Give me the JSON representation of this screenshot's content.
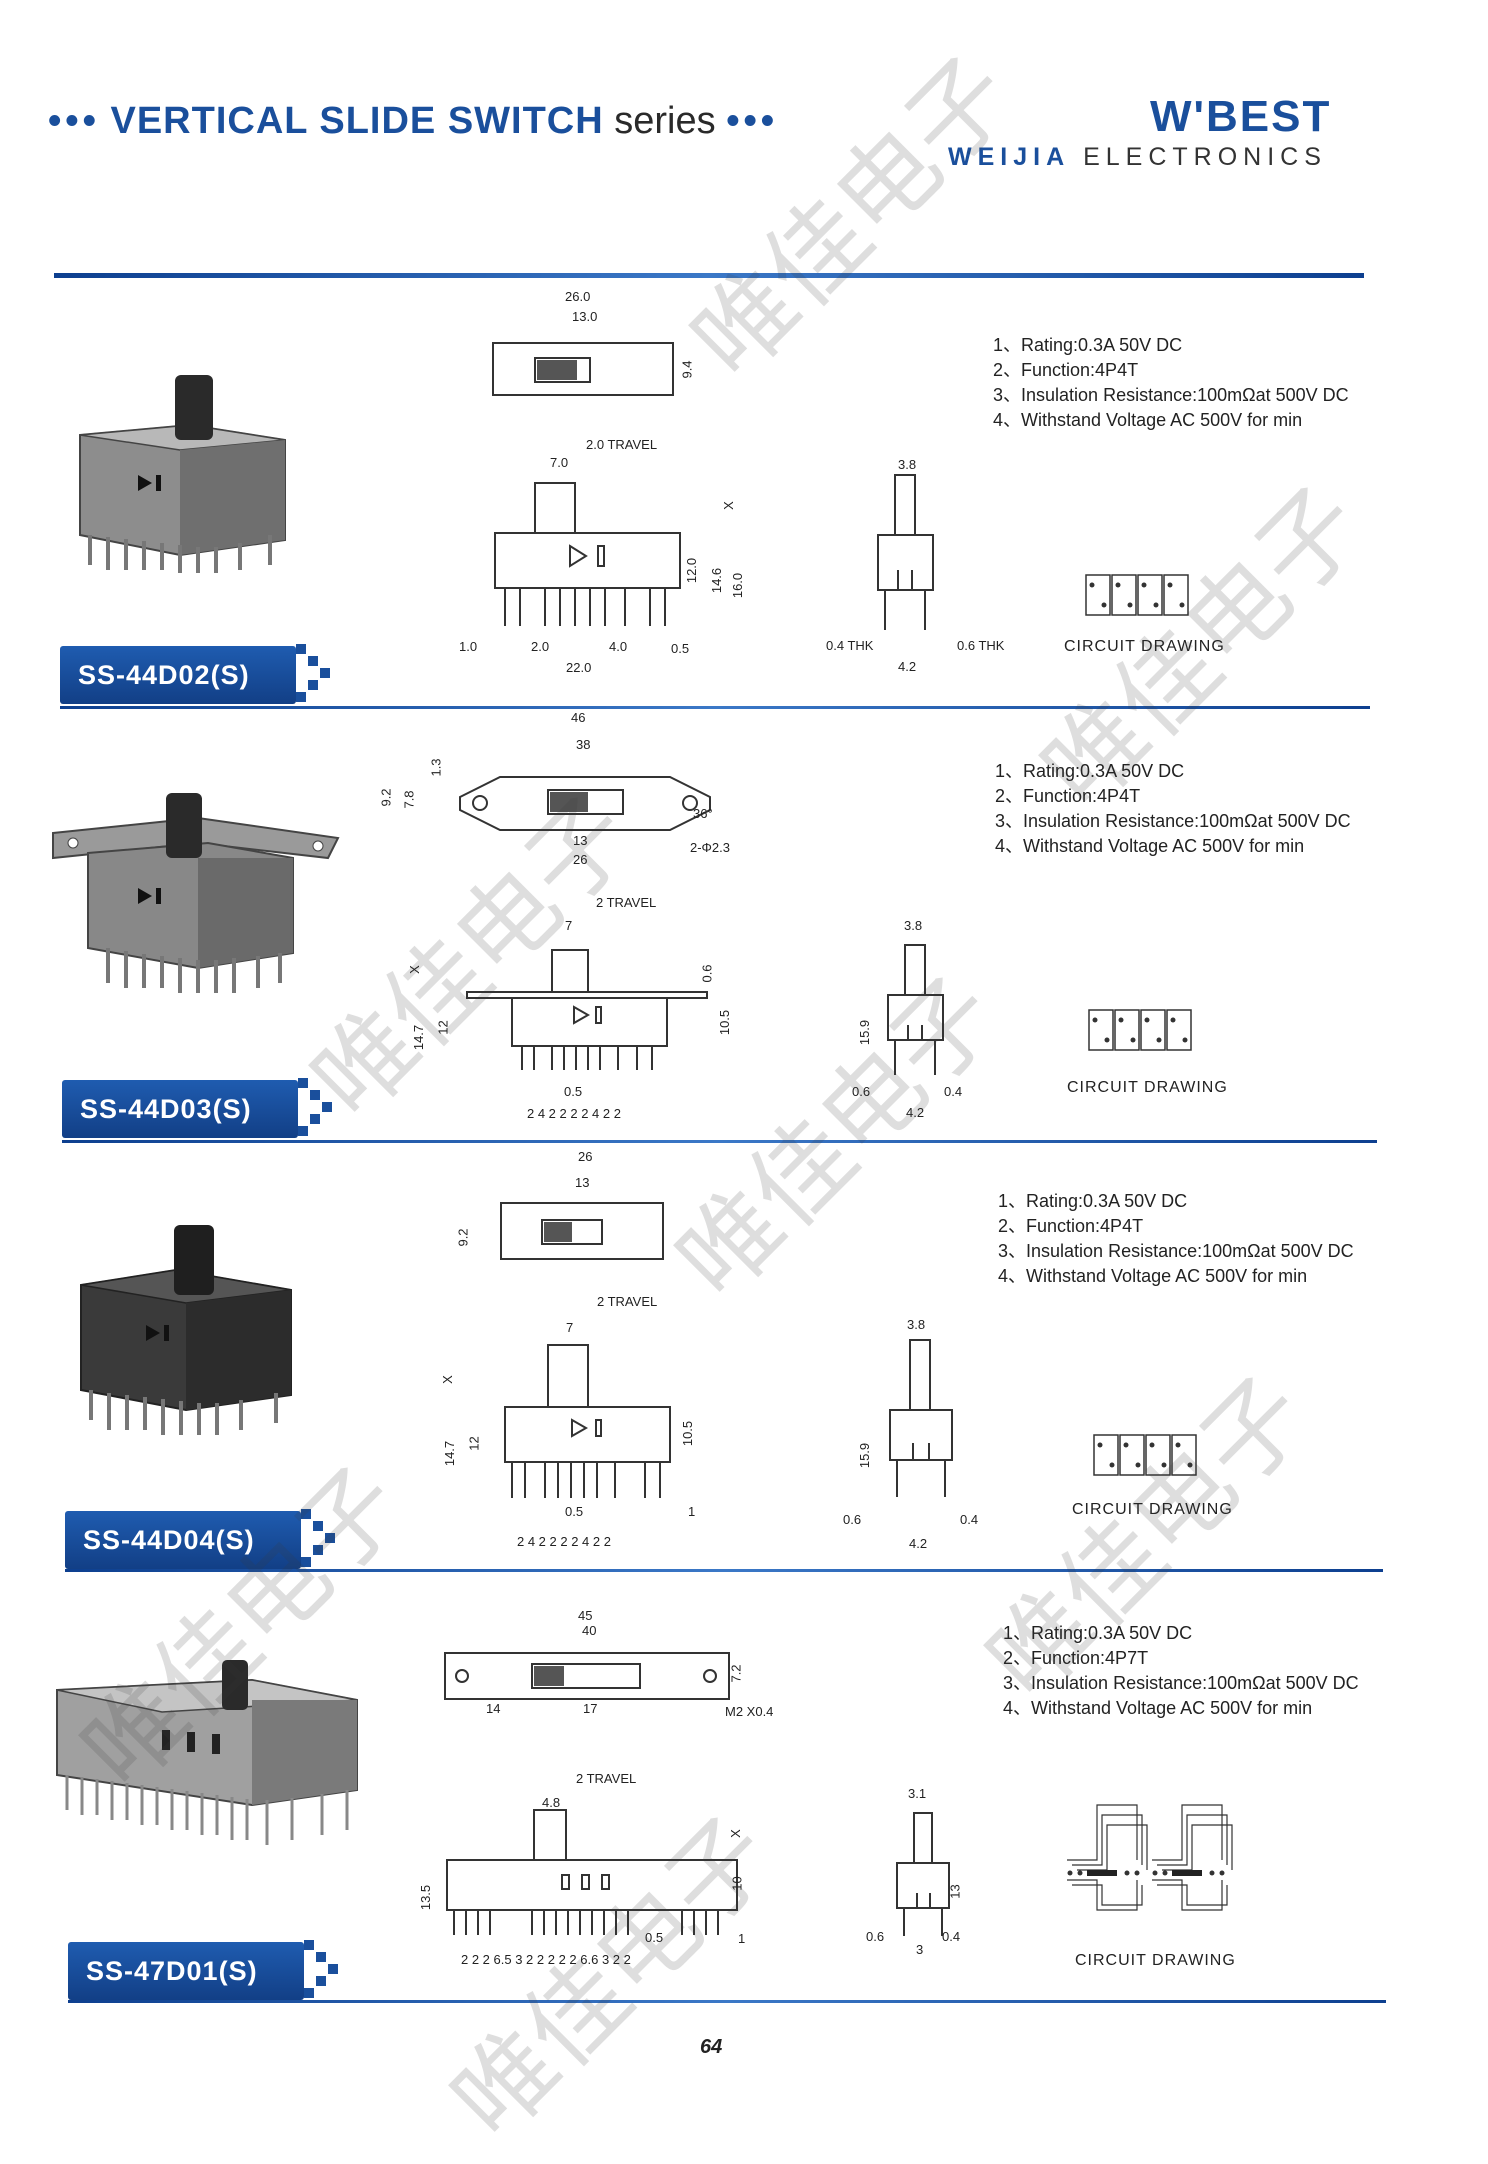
{
  "header": {
    "dots_left": "•••",
    "title_bold": "VERTICAL SLIDE SWITCH",
    "title_light": "series",
    "dots_right": "•••",
    "brand_logo": "W'BEST",
    "brand_sub_bold": "WEIJIA",
    "brand_sub_light": "ELECTRONICS"
  },
  "watermark": "唯佳电子",
  "products": [
    {
      "model": "SS-44D02(S)",
      "specs": [
        "1、Rating:0.3A 50V DC",
        "2、Function:4P4T",
        "3、Insulation Resistance:100mΩat 500V DC",
        "4、Withstand Voltage AC 500V for min"
      ],
      "circuit_label": "CIRCUIT DRAWING",
      "dims": {
        "d1": "26.0",
        "d2": "13.0",
        "d3": "9.4",
        "d4": "2.0  TRAVEL",
        "d5": "7.0",
        "d6": "X",
        "d7": "12.0",
        "d8": "14.6",
        "d9": "16.0",
        "d10": "1.0",
        "d11": "2.0",
        "d12": "4.0",
        "d13": "0.5",
        "d14": "22.0",
        "d15": "3.8",
        "d16": "0.4  THK",
        "d17": "0.6  THK",
        "d18": "4.2"
      }
    },
    {
      "model": "SS-44D03(S)",
      "specs": [
        "1、Rating:0.3A 50V DC",
        "2、Function:4P4T",
        "3、Insulation Resistance:100mΩat 500V DC",
        "4、Withstand Voltage AC 500V for min"
      ],
      "circuit_label": "CIRCUIT DRAWING",
      "dims": {
        "d1": "46",
        "d2": "38",
        "d3": "9.2",
        "d4": "7.8",
        "d5": "1.3",
        "d6": "36°",
        "d7": "13",
        "d8": "26",
        "d9": "2-Φ2.3",
        "d10": "2  TRAVEL",
        "d11": "7",
        "d12": "X",
        "d13": "14.7",
        "d14": "12",
        "d15": "0.6",
        "d16": "10.5",
        "d17": "0.5",
        "d18": "2  4  2 2 2 2  4  2 2",
        "d19": "3.8",
        "d20": "15.9",
        "d21": "0.6",
        "d22": "0.4",
        "d23": "4.2"
      }
    },
    {
      "model": "SS-44D04(S)",
      "specs": [
        "1、Rating:0.3A 50V DC",
        "2、Function:4P4T",
        "3、Insulation Resistance:100mΩat 500V DC",
        "4、Withstand Voltage AC 500V for min"
      ],
      "circuit_label": "CIRCUIT DRAWING",
      "dims": {
        "d1": "26",
        "d2": "13",
        "d3": "9.2",
        "d4": "2  TRAVEL",
        "d5": "7",
        "d6": "X",
        "d7": "14.7",
        "d8": "12",
        "d9": "10.5",
        "d10": "0.5",
        "d11": "1",
        "d12": "2  4  2 2 2 2  4  2 2",
        "d13": "3.8",
        "d14": "15.9",
        "d15": "0.6",
        "d16": "0.4",
        "d17": "4.2"
      }
    },
    {
      "model": "SS-47D01(S)",
      "specs": [
        "1、Rating:0.3A 50V DC",
        "2、Function:4P7T",
        "3、Insulation Resistance:100mΩat 500V DC",
        "4、Withstand Voltage AC 500V for min"
      ],
      "circuit_label": "CIRCUIT DRAWING",
      "dims": {
        "d1": "45",
        "d2": "40",
        "d3": "7.2",
        "d4": "14",
        "d5": "17",
        "d6": "M2 X0.4",
        "d7": "2 TRAVEL",
        "d8": "4.8",
        "d9": "X",
        "d10": "13.5",
        "d11": "10",
        "d12": "0.5",
        "d13": "1",
        "d14": "2 2 2   6.5   3 2 2 2 2 2   6.6   3 2 2",
        "d15": "3.1",
        "d16": "13",
        "d17": "0.6",
        "d18": "0.4",
        "d19": "3"
      }
    }
  ],
  "page_number": "64"
}
